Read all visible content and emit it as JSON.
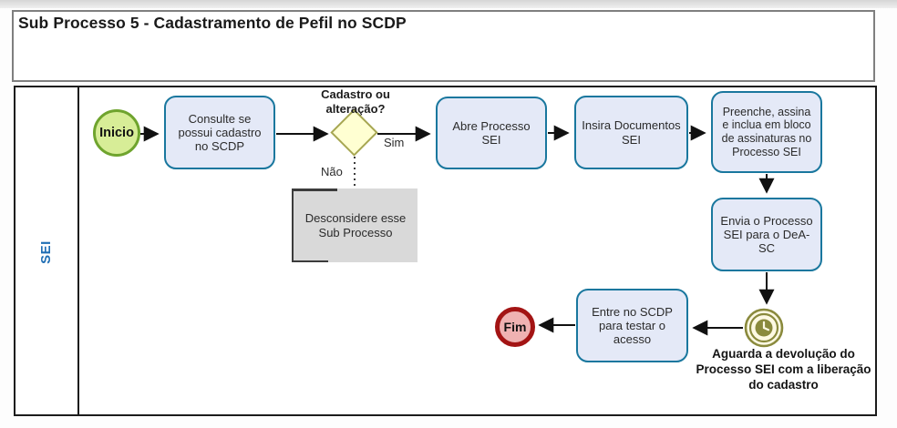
{
  "diagram": {
    "title": "Sub Processo 5 - Cadastramento de Pefil no SCDP",
    "lane_label": "SEI",
    "start_label": "Inicio",
    "end_label": "Fim",
    "tasks": {
      "consulte": "Consulte se possui cadastro no SCDP",
      "abre": "Abre Processo SEI",
      "insira": "Insira Documentos SEI",
      "preenche": "Preenche, assina e inclua em bloco de assinaturas no Processo SEI",
      "envia": "Envia o Processo SEI para o DeA-SC",
      "entre": "Entre no SCDP para testar o acesso"
    },
    "gateway": {
      "question": "Cadastro ou alteração?",
      "yes": "Sim",
      "no": "Não"
    },
    "note": "Desconsidere esse Sub Processo",
    "timer_caption": "Aguarda a devolução do Processo SEI com a liberação do cadastro",
    "colors": {
      "task_fill": "#e4e9f7",
      "task_border": "#19779e",
      "start_fill": "#d7ed97",
      "start_border": "#6fa42e",
      "end_fill": "#efb2b2",
      "end_border": "#a31414",
      "gateway_fill": "#ffffd2",
      "gateway_border": "#a6a652",
      "timer_border": "#8a8a3d",
      "timer_fill": "#fdf9e3",
      "note_fill": "#d9d9d9",
      "lane_text": "#1f6eb4",
      "line": "#1c1c1c"
    }
  }
}
